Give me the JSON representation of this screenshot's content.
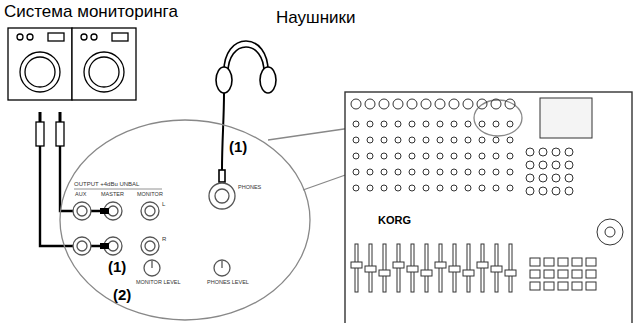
{
  "diagram": {
    "nodes": [
      {
        "text": [
          "Система мониторинга"
        ]
      },
      {
        "text": [
          "Наушники"
        ]
      }
    ],
    "labels": [
      "(1)",
      "(1)",
      "(2)",
      "OUTPUT +4dBu UNBAL",
      "AUX",
      "MASTER",
      "MONITOR",
      "L",
      "R",
      "PHONES",
      "MONITOR LEVEL",
      "PHONES LEVEL",
      "KORG"
    ]
  }
}
